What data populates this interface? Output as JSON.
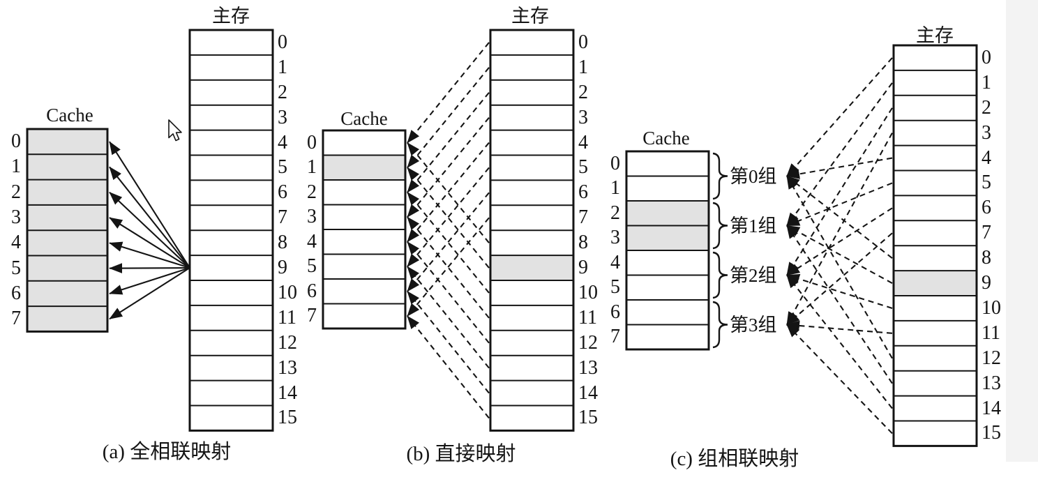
{
  "figure": {
    "background": "#ffffff",
    "line_color": "#141414",
    "shade_color": "#e2e2e2",
    "side_strip_color": "#f3f3f3",
    "description_type": "cache-mapping-schemes"
  },
  "diagrams": [
    {
      "key": "a",
      "caption": "(a) 全相联映射",
      "mapping_type": "fully-associative",
      "line_style": "solid",
      "cache": {
        "title": "Cache",
        "row_labels": [
          "0",
          "1",
          "2",
          "3",
          "4",
          "5",
          "6",
          "7"
        ],
        "shaded_rows": [
          0,
          1,
          2,
          3,
          4,
          5,
          6,
          7
        ]
      },
      "memory": {
        "title": "主存",
        "row_labels": [
          "0",
          "1",
          "2",
          "3",
          "4",
          "5",
          "6",
          "7",
          "8",
          "9",
          "10",
          "11",
          "12",
          "13",
          "14",
          "15"
        ],
        "shaded_rows": []
      },
      "links": [
        [
          9,
          0
        ],
        [
          9,
          1
        ],
        [
          9,
          2
        ],
        [
          9,
          3
        ],
        [
          9,
          4
        ],
        [
          9,
          5
        ],
        [
          9,
          6
        ],
        [
          9,
          7
        ]
      ]
    },
    {
      "key": "b",
      "caption": "(b) 直接映射",
      "mapping_type": "direct",
      "line_style": "dashed",
      "cache": {
        "title": "Cache",
        "row_labels": [
          "0",
          "1",
          "2",
          "3",
          "4",
          "5",
          "6",
          "7"
        ],
        "shaded_rows": [
          1
        ]
      },
      "memory": {
        "title": "主存",
        "row_labels": [
          "0",
          "1",
          "2",
          "3",
          "4",
          "5",
          "6",
          "7",
          "8",
          "9",
          "10",
          "11",
          "12",
          "13",
          "14",
          "15"
        ],
        "shaded_rows": [
          9
        ]
      },
      "links": [
        [
          0,
          0
        ],
        [
          1,
          1
        ],
        [
          2,
          2
        ],
        [
          3,
          3
        ],
        [
          4,
          4
        ],
        [
          5,
          5
        ],
        [
          6,
          6
        ],
        [
          7,
          7
        ],
        [
          8,
          0
        ],
        [
          9,
          1
        ],
        [
          10,
          2
        ],
        [
          11,
          3
        ],
        [
          12,
          4
        ],
        [
          13,
          5
        ],
        [
          14,
          6
        ],
        [
          15,
          7
        ]
      ]
    },
    {
      "key": "c",
      "caption": "(c) 组相联映射",
      "mapping_type": "set-associative",
      "line_style": "dashed",
      "cache": {
        "title": "Cache",
        "row_labels": [
          "0",
          "1",
          "2",
          "3",
          "4",
          "5",
          "6",
          "7"
        ],
        "shaded_rows": [
          2,
          3
        ],
        "sets": [
          {
            "label": "第0组",
            "rows": [
              0,
              1
            ]
          },
          {
            "label": "第1组",
            "rows": [
              2,
              3
            ]
          },
          {
            "label": "第2组",
            "rows": [
              4,
              5
            ]
          },
          {
            "label": "第3组",
            "rows": [
              6,
              7
            ]
          }
        ]
      },
      "memory": {
        "title": "主存",
        "row_labels": [
          "0",
          "1",
          "2",
          "3",
          "4",
          "5",
          "6",
          "7",
          "8",
          "9",
          "10",
          "11",
          "12",
          "13",
          "14",
          "15"
        ],
        "shaded_rows": [
          9
        ]
      },
      "links": [
        [
          0,
          0
        ],
        [
          1,
          1
        ],
        [
          2,
          2
        ],
        [
          3,
          3
        ],
        [
          4,
          0
        ],
        [
          5,
          1
        ],
        [
          6,
          2
        ],
        [
          7,
          3
        ],
        [
          8,
          0
        ],
        [
          9,
          1
        ],
        [
          10,
          2
        ],
        [
          11,
          3
        ],
        [
          12,
          0
        ],
        [
          13,
          1
        ],
        [
          14,
          2
        ],
        [
          15,
          3
        ]
      ]
    }
  ],
  "cursor": {
    "present": true,
    "icon": "mouse-cursor"
  }
}
